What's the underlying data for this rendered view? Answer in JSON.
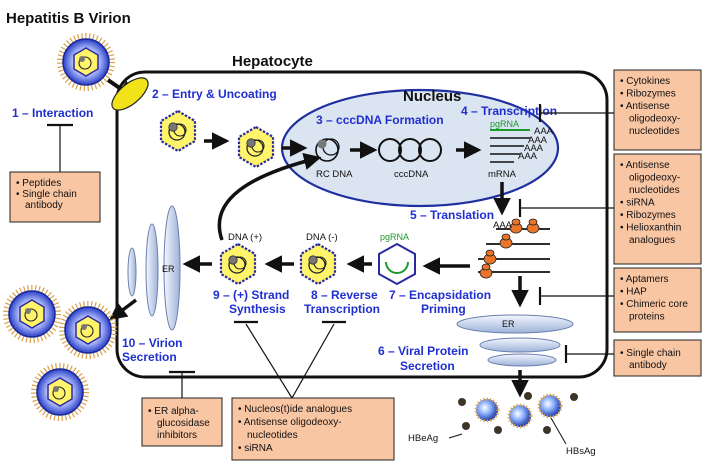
{
  "diagram": {
    "title": "Hepatitis B Virion",
    "cell_label": "Hepatocyte",
    "nucleus_label": "Nucleus",
    "steps": {
      "s1": "1 – Interaction",
      "s2": "2 – Entry & Uncoating",
      "s3": "3 – cccDNA Formation",
      "s4": "4 – Transcription",
      "s5": "5 – Translation",
      "s6a": "6 – Viral Protein",
      "s6b": "Secretion",
      "s7": "7 – Encapsidation",
      "s7b": "Priming",
      "s8a": "8 – Reverse",
      "s8b": "Transcription",
      "s9a": "9 – (+) Strand",
      "s9b": "Synthesis",
      "s10a": "10 – Virion",
      "s10b": "Secretion"
    },
    "labels": {
      "rc_dna": "RC DNA",
      "cccdna": "cccDNA",
      "mrna": "mRNA",
      "pgrna_nucleus": "pgRNA",
      "pgrna_capsid": "pgRNA",
      "aaa": "AAA",
      "dna_plus": "DNA (+)",
      "dna_minus": "DNA (-)",
      "er_left": "ER",
      "er_bottom": "ER",
      "hbeag": "HBeAg",
      "hbsag": "HBsAg"
    },
    "inhibitor_boxes": {
      "interaction": [
        "Peptides",
        "Single chain",
        "antibody"
      ],
      "transcription": [
        "Cytokines",
        "Ribozymes",
        "Antisense",
        "oligodeoxy-",
        "nucleotides"
      ],
      "translation": [
        "Antisense",
        "oligodeoxy-",
        "nucleotides",
        "siRNA",
        "Ribozymes",
        "Helioxanthin",
        "analogues"
      ],
      "encapsidation": [
        "Aptamers",
        "HAP",
        "Chimeric core",
        "proteins"
      ],
      "protein_secretion": [
        "Single chain",
        "antibody"
      ],
      "virion_secretion": [
        "ER alpha-",
        "glucosidase",
        "inhibitors"
      ],
      "reverse_transcription": [
        "Nucleos(t)ide analogues",
        "Antisense oligodeoxy-",
        "nucleotides",
        "siRNA"
      ]
    },
    "colors": {
      "step_text": "#1f2fd0",
      "nucleus_fill": "#dbe4f1",
      "inhibitor_fill": "#f9c6a4",
      "capsid_fill": "#fff46a",
      "envelope_fill": "#2a3fc7",
      "ribosome": "#e8752a",
      "pgrna": "#1a9a2a"
    }
  }
}
